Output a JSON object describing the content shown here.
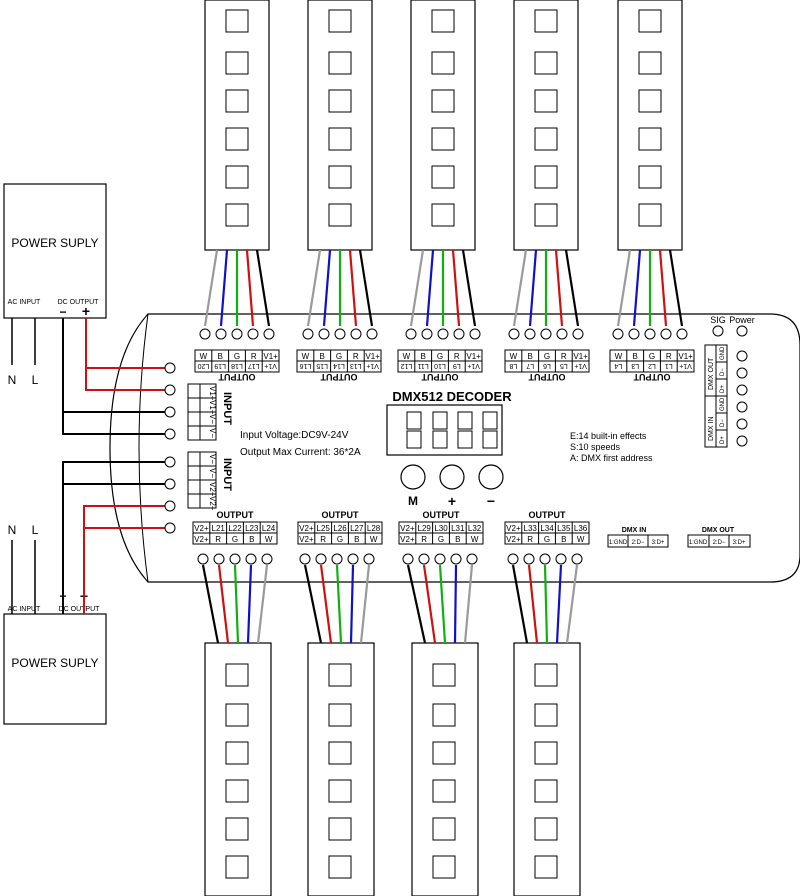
{
  "power_supply_top": {
    "title": "POWER SUPLY",
    "ac_label": "AC INPUT",
    "dc_label": "DC OUTPUT",
    "minus": "−",
    "plus": "+",
    "n": "N",
    "l": "L"
  },
  "power_supply_bottom": {
    "title": "POWER SUPLY",
    "ac_label": "AC INPUT",
    "dc_label": "DC OUTPUT",
    "minus": "−",
    "plus": "+",
    "n": "N",
    "l": "L"
  },
  "decoder": {
    "title": "DMX512 DECODER",
    "voltage": "Input Voltage:DC9V-24V",
    "current": "Output Max  Current: 36*2A",
    "effects": "E:14 built-in effects",
    "speeds": "S:10 speeds",
    "address": "A: DMX first address",
    "button_m": "M",
    "button_plus": "+",
    "button_minus": "−",
    "sig": "SIG",
    "power": "Power",
    "dmx_out_side": "DMX OUT",
    "dmx_in_side": "DMX IN",
    "side_pins_out": [
      "GND",
      "D−",
      "D+"
    ],
    "side_pins_in": [
      "GND",
      "D−",
      "D+"
    ],
    "dmx_in_box": {
      "title": "DMX IN",
      "pins": [
        "1:GND",
        "2:D−",
        "3:D+"
      ]
    },
    "dmx_out_box": {
      "title": "DMX OUT",
      "pins": [
        "1:GND",
        "2:D−",
        "3:D+"
      ]
    }
  },
  "input_top": {
    "title": "INPUT",
    "labels": [
      "V1+",
      "V1+",
      "V−",
      "V−"
    ]
  },
  "input_bottom": {
    "title": "INPUT",
    "labels": [
      "V−",
      "V−",
      "V2+",
      "V2+"
    ]
  },
  "top_terminals": [
    {
      "title": "OUTPUT",
      "row1": [
        "W",
        "B",
        "G",
        "R",
        "V1+"
      ],
      "row2": [
        "L20",
        "L19",
        "L18",
        "L17",
        "V1+"
      ]
    },
    {
      "title": "OUTPUT",
      "row1": [
        "W",
        "B",
        "G",
        "R",
        "V1+"
      ],
      "row2": [
        "L16",
        "L15",
        "L14",
        "L13",
        "V1+"
      ]
    },
    {
      "title": "OUTPUT",
      "row1": [
        "W",
        "B",
        "G",
        "R",
        "V1+"
      ],
      "row2": [
        "L12",
        "L11",
        "L10",
        "L9",
        "V1+"
      ]
    },
    {
      "title": "OUTPUT",
      "row1": [
        "W",
        "B",
        "G",
        "R",
        "V1+"
      ],
      "row2": [
        "L8",
        "L7",
        "L6",
        "L5",
        "V1+"
      ]
    },
    {
      "title": "OUTPUT",
      "row1": [
        "W",
        "B",
        "G",
        "R",
        "V1+"
      ],
      "row2": [
        "L4",
        "L3",
        "L2",
        "L1",
        "V1+"
      ]
    }
  ],
  "bottom_terminals": [
    {
      "title": "OUTPUT",
      "row1": [
        "V2+",
        "L21",
        "L22",
        "L23",
        "L24"
      ],
      "row2": [
        "V2+",
        "R",
        "G",
        "B",
        "W"
      ]
    },
    {
      "title": "OUTPUT",
      "row1": [
        "V2+",
        "L25",
        "L26",
        "L27",
        "L28"
      ],
      "row2": [
        "V2+",
        "R",
        "G",
        "B",
        "W"
      ]
    },
    {
      "title": "OUTPUT",
      "row1": [
        "V2+",
        "L29",
        "L30",
        "L31",
        "L32"
      ],
      "row2": [
        "V2+",
        "R",
        "G",
        "B",
        "W"
      ]
    },
    {
      "title": "OUTPUT",
      "row1": [
        "V2+",
        "L33",
        "L34",
        "L35",
        "L36"
      ],
      "row2": [
        "V2+",
        "R",
        "G",
        "B",
        "W"
      ]
    }
  ],
  "wire_colors": {
    "white": "#9a9a9a",
    "blue": "#1010c8",
    "green": "#10b010",
    "red": "#d01010",
    "black": "#000000",
    "power_red": "#d01010"
  }
}
